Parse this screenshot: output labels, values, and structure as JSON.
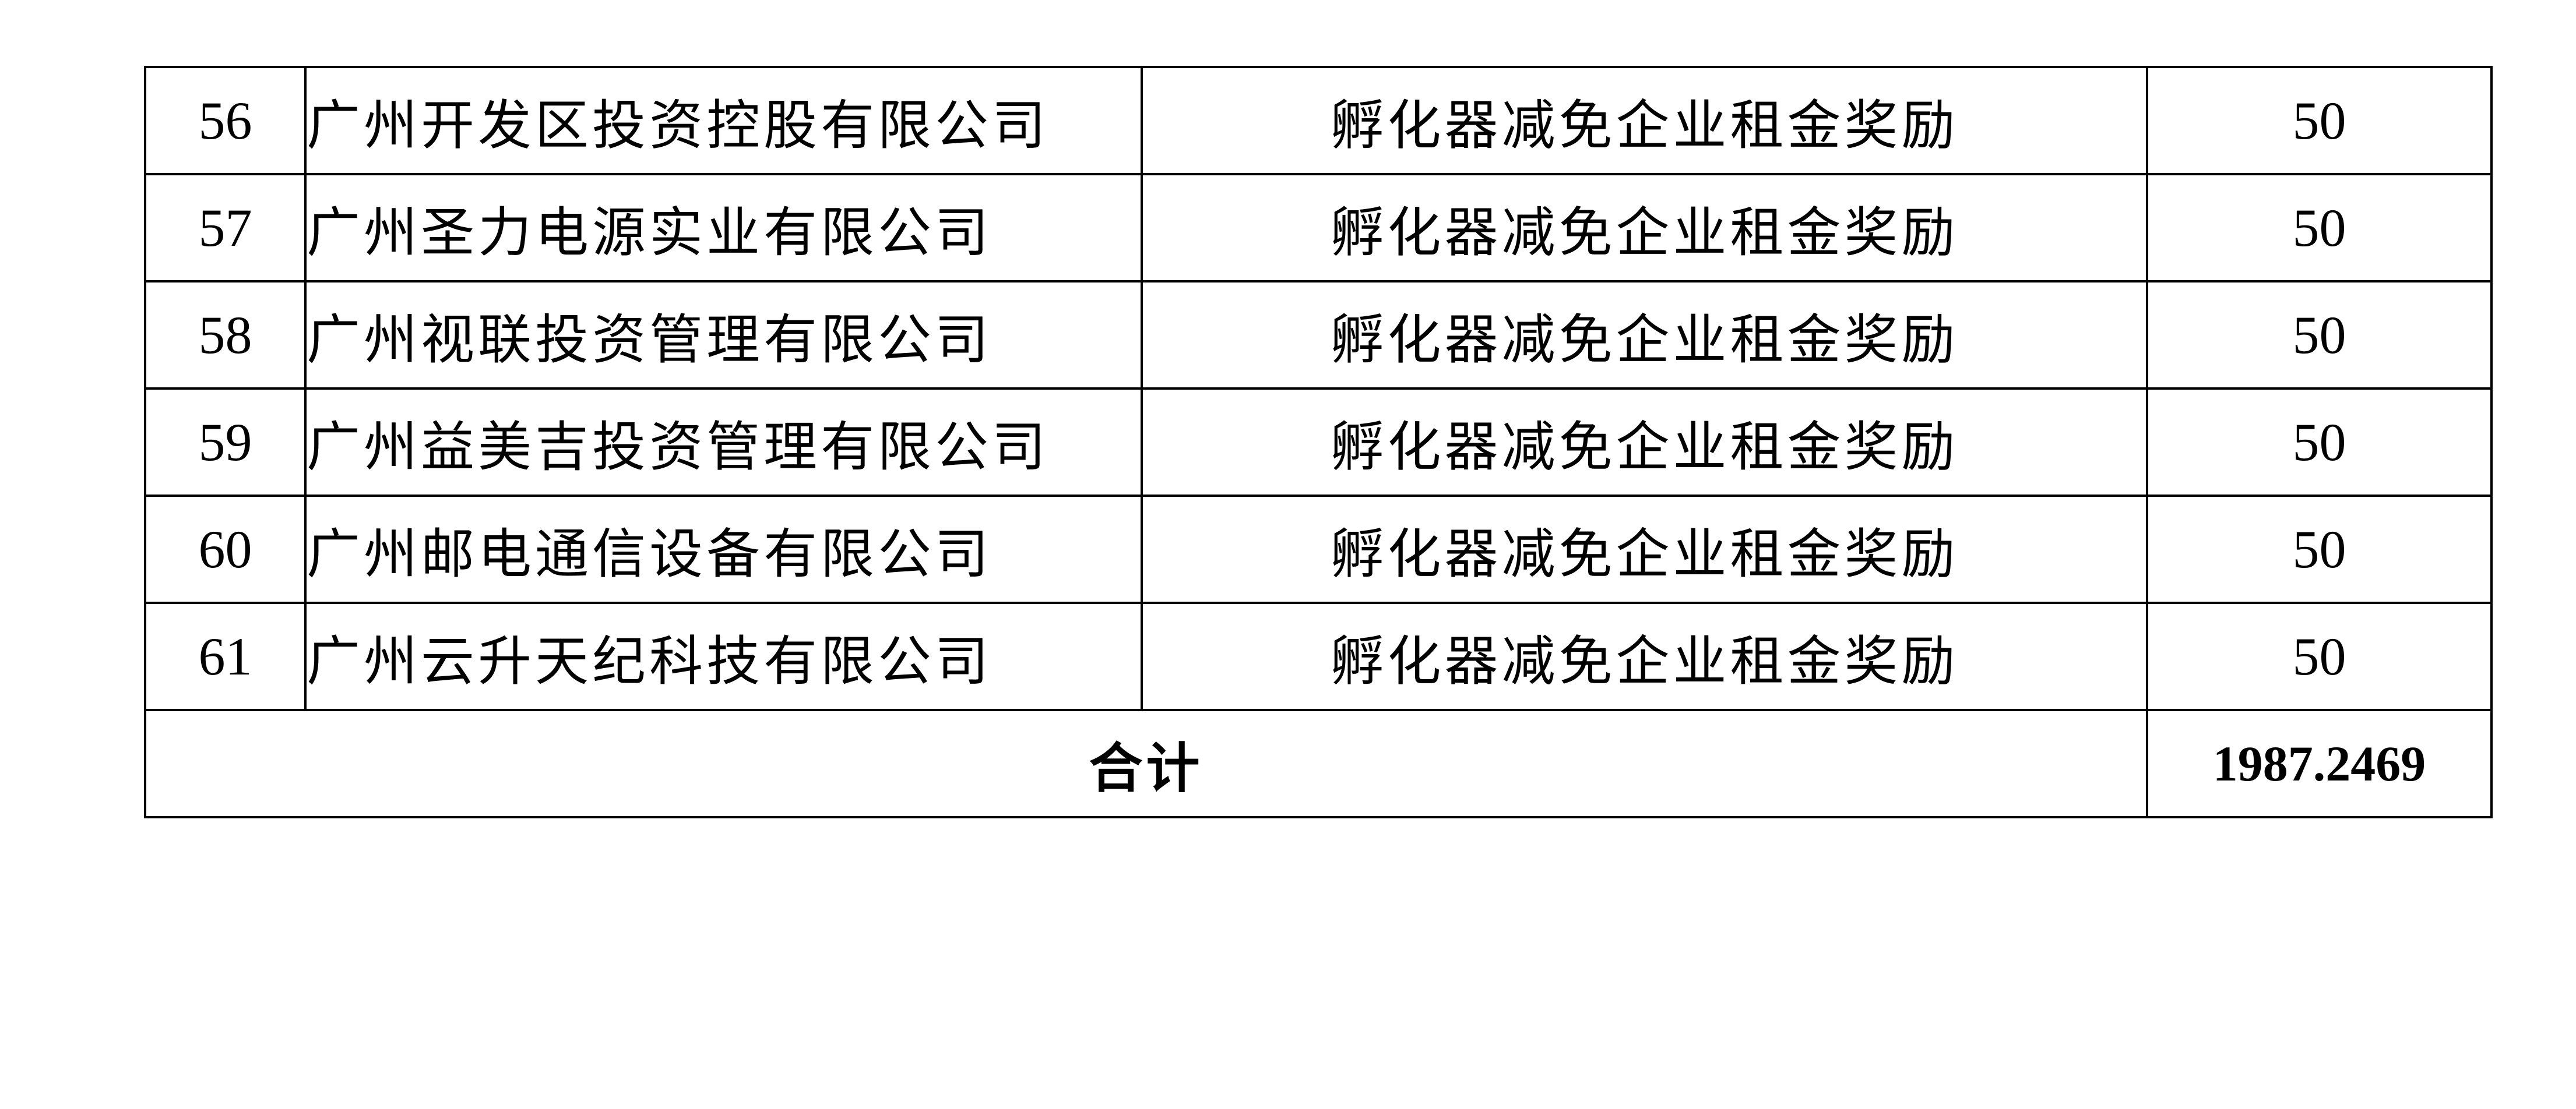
{
  "table": {
    "rows": [
      {
        "no": "56",
        "company": "广州开发区投资控股有限公司",
        "item": "孵化器减免企业租金奖励",
        "amount": "50"
      },
      {
        "no": "57",
        "company": "广州圣力电源实业有限公司",
        "item": "孵化器减免企业租金奖励",
        "amount": "50"
      },
      {
        "no": "58",
        "company": "广州视联投资管理有限公司",
        "item": "孵化器减免企业租金奖励",
        "amount": "50"
      },
      {
        "no": "59",
        "company": "广州益美吉投资管理有限公司",
        "item": "孵化器减免企业租金奖励",
        "amount": "50"
      },
      {
        "no": "60",
        "company": "广州邮电通信设备有限公司",
        "item": "孵化器减免企业租金奖励",
        "amount": "50"
      },
      {
        "no": "61",
        "company": "广州云升天纪科技有限公司",
        "item": "孵化器减免企业租金奖励",
        "amount": "50"
      }
    ],
    "total": {
      "label": "合计",
      "amount": "1987.2469"
    }
  },
  "colors": {
    "text": "#000000",
    "border": "#000000",
    "background": "#ffffff"
  }
}
